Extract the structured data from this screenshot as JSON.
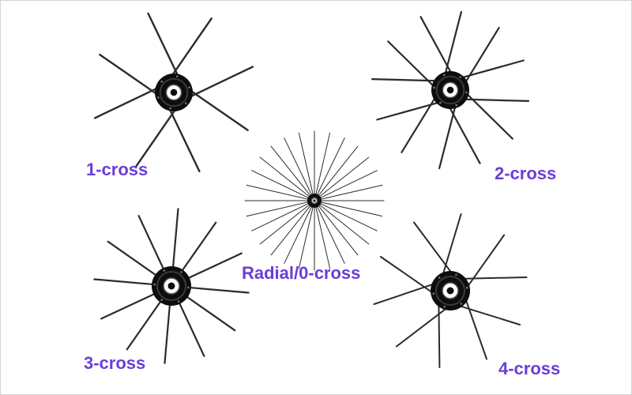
{
  "figure": {
    "colors": {
      "label": "#6a3ed6",
      "spoke": "#2b2b2b",
      "hub": "#0d0d0d",
      "hub_ring": "#3a3a3a",
      "axle": "#ffffff",
      "background": "#ffffff"
    },
    "wheels": [
      {
        "id": "one-cross",
        "label": "1-cross",
        "cross": 1,
        "spokes": 8,
        "hub": "large"
      },
      {
        "id": "two-cross",
        "label": "2-cross",
        "cross": 2,
        "spokes": 12,
        "hub": "large"
      },
      {
        "id": "radial",
        "label": "Radial/0-cross",
        "cross": 0,
        "spokes": 28,
        "hub": "small"
      },
      {
        "id": "three-cross",
        "label": "3-cross",
        "cross": 3,
        "spokes": 12,
        "hub": "large"
      },
      {
        "id": "four-cross",
        "label": "4-cross",
        "cross": 4,
        "spokes": 10,
        "hub": "large"
      }
    ]
  }
}
